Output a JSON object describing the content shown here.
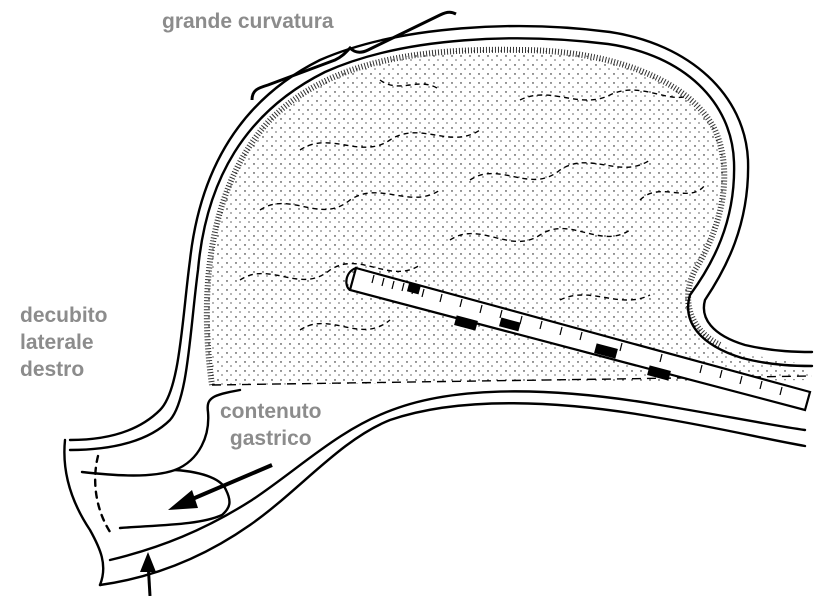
{
  "labels": {
    "greater_curvature": "grande curvatura",
    "position": [
      "decubito",
      "laterale",
      "destro"
    ],
    "contents": [
      "contenuto",
      "gastrico"
    ]
  },
  "colors": {
    "ink": "#000000",
    "label": "#8c8c8c",
    "background": "#ffffff"
  }
}
